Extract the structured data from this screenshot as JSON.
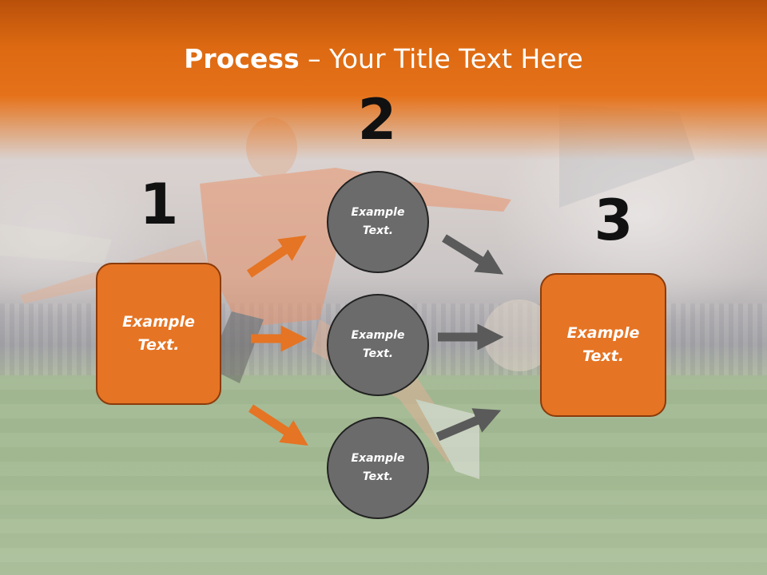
{
  "title": {
    "bold": "Process",
    "rest": " – Your Title Text Here"
  },
  "steps": {
    "one": "1",
    "two": "2",
    "three": "3"
  },
  "left_box": {
    "text": "Example\nText."
  },
  "circles": [
    {
      "text": "Example\nText."
    },
    {
      "text": "Example\nText."
    },
    {
      "text": "Example\nText."
    }
  ],
  "right_box": {
    "text": "Example\nText."
  },
  "colors": {
    "accent_orange": "#e57424",
    "box_border": "#8a3b0b",
    "circle_fill": "#6b6b6b",
    "arrow_gray": "#5a5a5a",
    "header_orange": "#dd6a12"
  },
  "icons": {
    "arrow_orange": "right-arrow-icon",
    "arrow_gray": "right-arrow-icon"
  }
}
